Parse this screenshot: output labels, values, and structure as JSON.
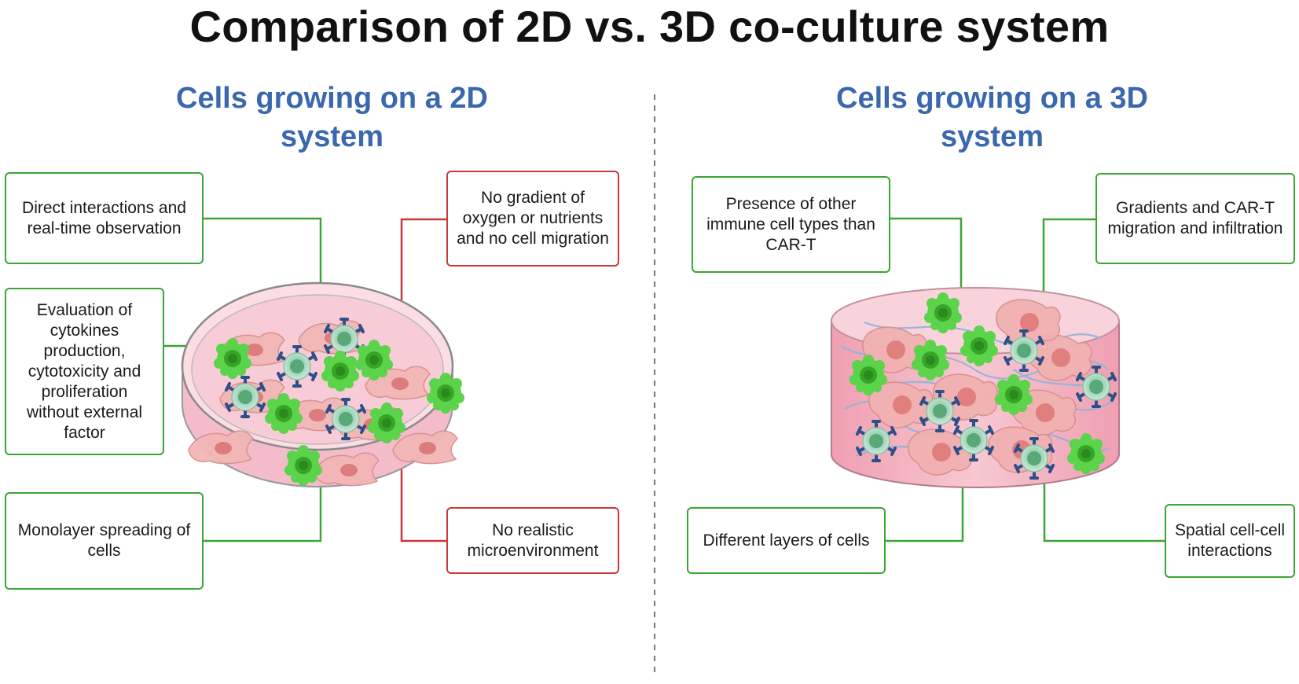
{
  "title": "Comparison of 2D vs. 3D co-culture system",
  "left": {
    "heading_line1": "Cells growing on a 2D",
    "heading_line2": "system",
    "boxes": {
      "direct": "Direct interactions and real-time observation",
      "evaluation": "Evaluation of cytokines production, cytotoxicity and proliferation without external factor",
      "monolayer": "Monolayer spreading of cells",
      "no_gradient": "No gradient of oxygen or nutrients and no cell migration",
      "no_realistic": "No realistic microenvironment"
    }
  },
  "right": {
    "heading_line1": "Cells growing on a 3D",
    "heading_line2": "system",
    "boxes": {
      "presence": "Presence of other immune cell types than CAR-T",
      "gradients": "Gradients and CAR-T migration and infiltration",
      "layers": "Different layers of cells",
      "spatial": "Spatial cell-cell interactions"
    }
  },
  "colors": {
    "positive_border": "#3aa635",
    "negative_border": "#c83a3a",
    "heading": "#3a67ae"
  }
}
